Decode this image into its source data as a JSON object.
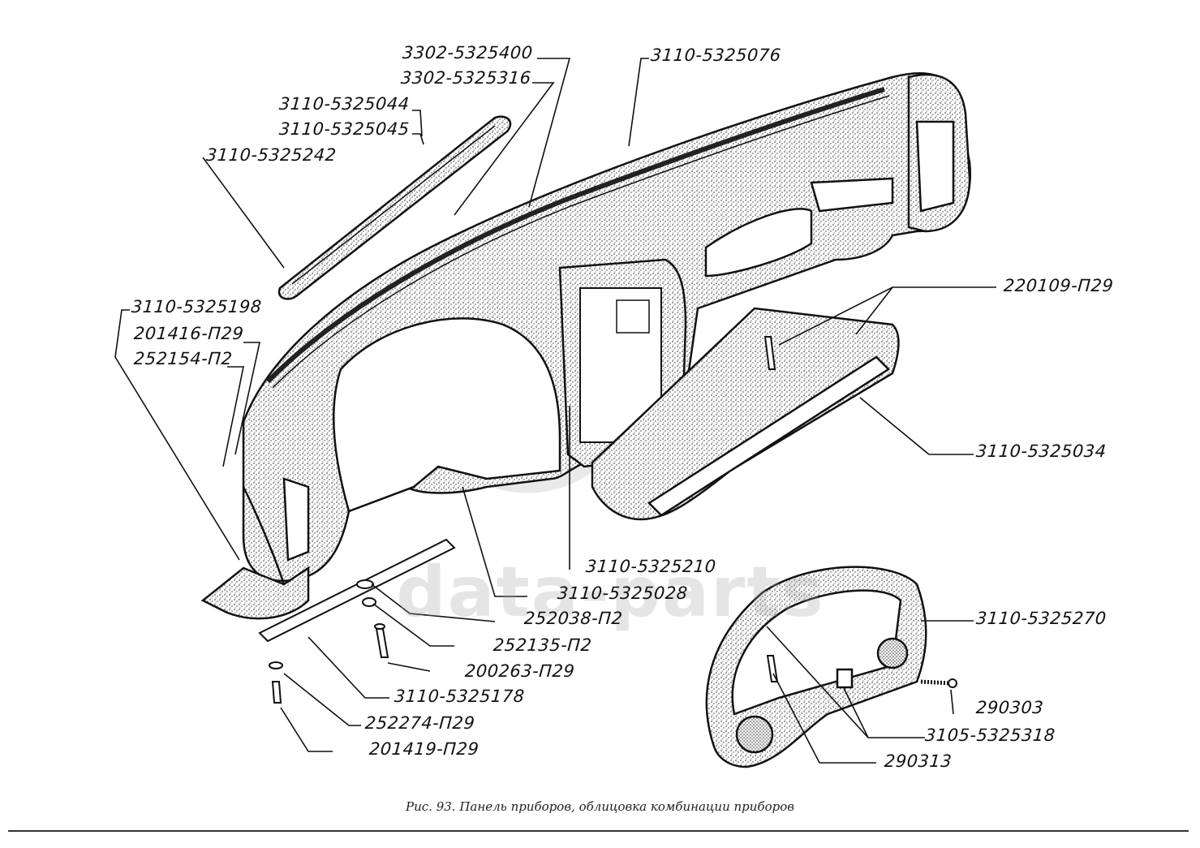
{
  "figure": {
    "caption": "Рис. 93. Панель приборов, облицовка комбинации приборов",
    "watermark": "data-parts",
    "colors": {
      "ink": "#111111",
      "stipple": "#2a2a2a",
      "watermark": "#a0a0a0",
      "paper": "#ffffff"
    }
  },
  "parts": [
    {
      "id": "p1",
      "number": "3302-5325400"
    },
    {
      "id": "p2",
      "number": "3302-5325316"
    },
    {
      "id": "p3",
      "number": "3110-5325076"
    },
    {
      "id": "p4",
      "number": "3110-5325044"
    },
    {
      "id": "p5",
      "number": "3110-5325045"
    },
    {
      "id": "p6",
      "number": "3110-5325242"
    },
    {
      "id": "p7",
      "number": "3110-5325198"
    },
    {
      "id": "p8",
      "number": "201416-П29"
    },
    {
      "id": "p9",
      "number": "252154-П2"
    },
    {
      "id": "p10",
      "number": "220109-П29"
    },
    {
      "id": "p11",
      "number": "3110-5325034"
    },
    {
      "id": "p12",
      "number": "3110-5325210"
    },
    {
      "id": "p13",
      "number": "3110-5325028"
    },
    {
      "id": "p14",
      "number": "252038-П2"
    },
    {
      "id": "p15",
      "number": "252135-П2"
    },
    {
      "id": "p16",
      "number": "200263-П29"
    },
    {
      "id": "p17",
      "number": "3110-5325178"
    },
    {
      "id": "p18",
      "number": "252274-П29"
    },
    {
      "id": "p19",
      "number": "201419-П29"
    },
    {
      "id": "p20",
      "number": "3110-5325270"
    },
    {
      "id": "p21",
      "number": "290303"
    },
    {
      "id": "p22",
      "number": "3105-5325318"
    },
    {
      "id": "p23",
      "number": "290313"
    }
  ]
}
